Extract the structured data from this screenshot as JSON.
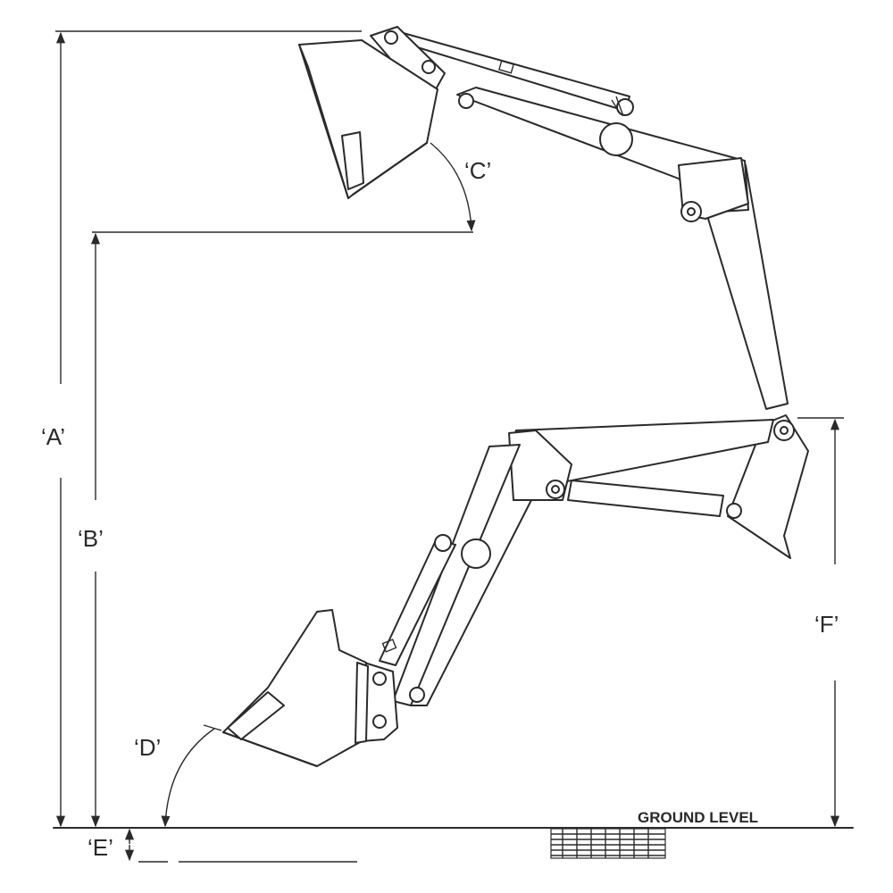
{
  "labels": {
    "a": "‘A’",
    "b": "‘B’",
    "c": "‘C’",
    "d": "‘D’",
    "e": "‘E’",
    "f": "‘F’",
    "ground": "GROUND LEVEL"
  },
  "colors": {
    "line": "#2a2a2a",
    "background": "#ffffff"
  }
}
